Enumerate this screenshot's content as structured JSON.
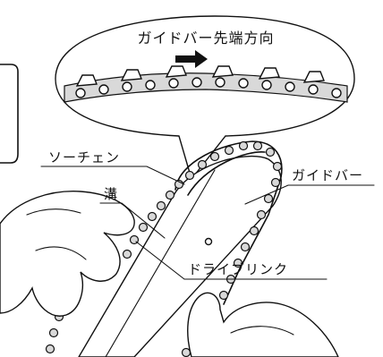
{
  "labels": {
    "direction": "ガイドバー先端方向",
    "saw_chain": "ソーチェン",
    "groove": "溝",
    "guide_bar": "ガイドバー",
    "drive_link": "ドライブリンク"
  },
  "icons": {
    "direction_arrow": "arrow-right-icon"
  },
  "colors": {
    "ink": "#111111",
    "chain_fill": "#d9d9d9",
    "background": "#ffffff"
  }
}
